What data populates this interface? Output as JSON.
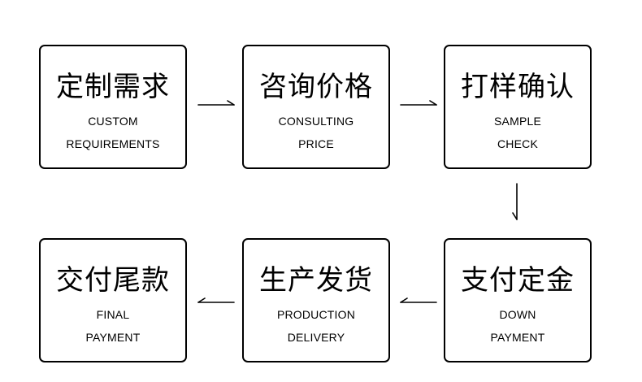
{
  "steps": [
    {
      "title": "定制需求",
      "en_line1": "CUSTOM",
      "en_line2": "REQUIREMENTS"
    },
    {
      "title": "咨询价格",
      "en_line1": "CONSULTING",
      "en_line2": "PRICE"
    },
    {
      "title": "打样确认",
      "en_line1": "SAMPLE",
      "en_line2": "CHECK"
    },
    {
      "title": "支付定金",
      "en_line1": "DOWN",
      "en_line2": "PAYMENT"
    },
    {
      "title": "生产发货",
      "en_line1": "PRODUCTION",
      "en_line2": "DELIVERY"
    },
    {
      "title": "交付尾款",
      "en_line1": "FINAL",
      "en_line2": "PAYMENT"
    }
  ]
}
